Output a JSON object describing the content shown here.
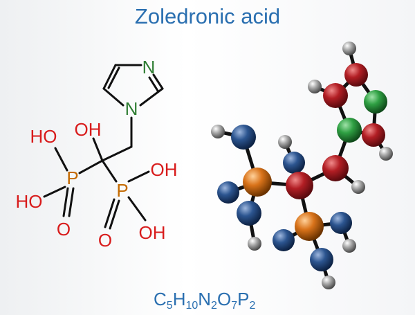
{
  "title": "Zoledronic acid",
  "colors": {
    "title": "#2a6fb0",
    "nitrogen_label": "#2e7d32",
    "phosphorus_label": "#c46a00",
    "oxygen_label": "#d81b1b",
    "carbon_ball": "#b21e24",
    "nitrogen_ball": "#2fa043",
    "phosphorus_ball": "#d9731a",
    "oxygen_ball": "#2c5590",
    "hydrogen_ball": "#9a9a9a"
  },
  "structural_formula": {
    "labels": {
      "ring_n_top": "N",
      "ring_n_bottom": "N",
      "p_left": "P",
      "p_right": "P",
      "oh_center": "OH",
      "ho_top_left": "HO",
      "ho_left": "HO",
      "oh_right_top": "OH",
      "oh_right_bottom": "OH",
      "o_left": "O",
      "o_right": "O"
    }
  },
  "molecular_formula": {
    "parts": [
      {
        "el": "C",
        "n": "5"
      },
      {
        "el": "H",
        "n": "10"
      },
      {
        "el": "N",
        "n": "2"
      },
      {
        "el": "O",
        "n": "7"
      },
      {
        "el": "P",
        "n": "2"
      }
    ]
  }
}
